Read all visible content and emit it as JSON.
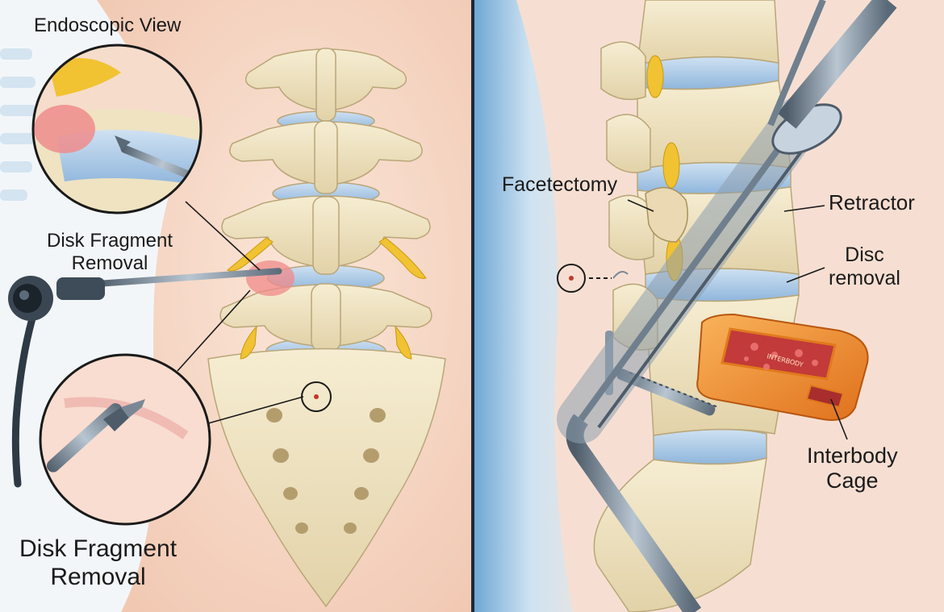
{
  "left_panel": {
    "endoscopic_view_label": "Endoscopic View",
    "fragment_label_small_line1": "Disk Fragment",
    "fragment_label_small_line2": "Removal",
    "fragment_label_large_line1": "Disk Fragment",
    "fragment_label_large_line2": "Removal"
  },
  "right_panel": {
    "facetectomy_label": "Facetectomy",
    "retractor_label": "Retractor",
    "disc_removal_line1": "Disc",
    "disc_removal_line2": "removal",
    "cage_line1": "Interbody",
    "cage_line2": "Cage",
    "cage_engraving": "INTERBODY"
  },
  "colors": {
    "skin": "#f6d9c8",
    "bone": "#efe3c2",
    "disc": "#a9c9e6",
    "nerve": "#f1c232",
    "instrument": "#6f7f8e",
    "cage": "#f08a2a",
    "divider": "#1a2a3a"
  }
}
